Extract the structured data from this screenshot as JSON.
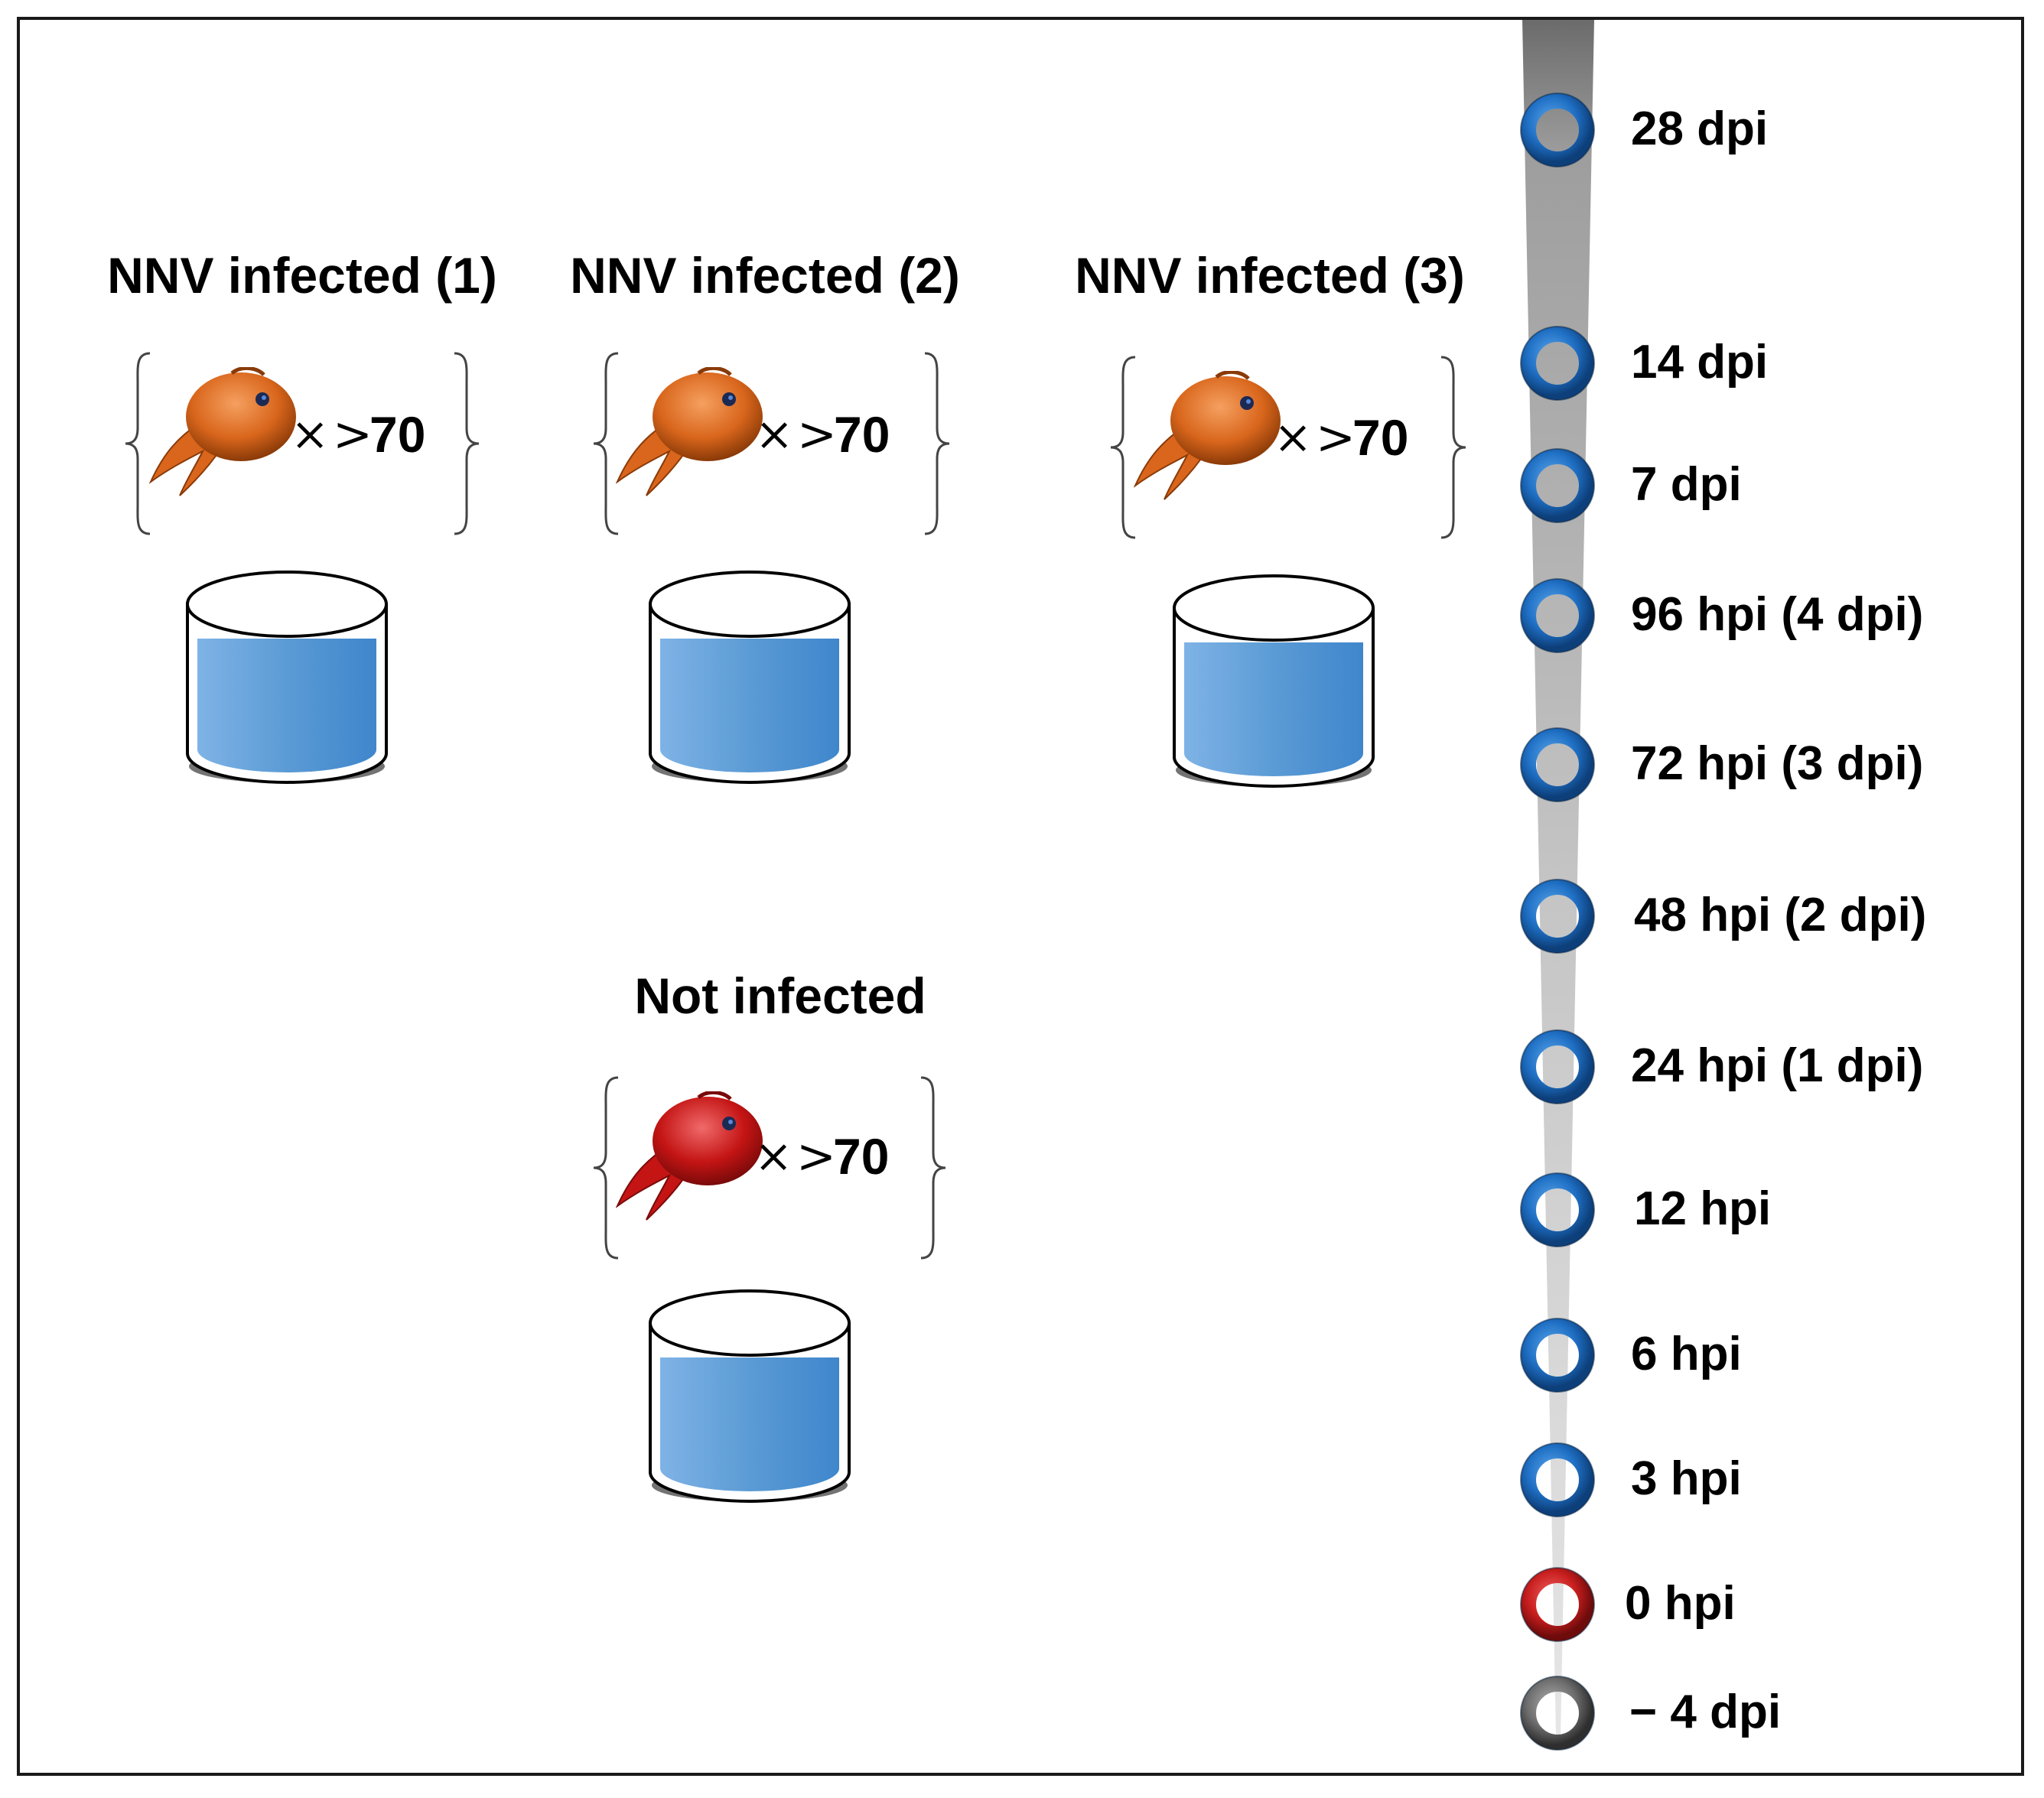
{
  "groups": [
    {
      "id": "nnv-1",
      "title": "NNV infected (1)",
      "fish_color": "orange",
      "multiplier": "×",
      "gt": ">",
      "count": "70"
    },
    {
      "id": "nnv-2",
      "title": "NNV infected (2)",
      "fish_color": "orange",
      "multiplier": "×",
      "gt": ">",
      "count": "70"
    },
    {
      "id": "nnv-3",
      "title": "NNV infected (3)",
      "fish_color": "orange",
      "multiplier": "×",
      "gt": ">",
      "count": "70"
    },
    {
      "id": "control",
      "title": "Not infected",
      "fish_color": "red",
      "multiplier": "×",
      "gt": ">",
      "count": "70"
    }
  ],
  "timeline": [
    {
      "label": "28 dpi",
      "ring": "blue"
    },
    {
      "label": "14 dpi",
      "ring": "blue"
    },
    {
      "label": "7 dpi",
      "ring": "blue"
    },
    {
      "label": "96 hpi (4 dpi)",
      "ring": "blue"
    },
    {
      "label": "72 hpi (3 dpi)",
      "ring": "blue"
    },
    {
      "label": "48 hpi (2 dpi)",
      "ring": "blue"
    },
    {
      "label": "24 hpi (1 dpi)",
      "ring": "blue"
    },
    {
      "label": "12 hpi",
      "ring": "blue"
    },
    {
      "label": "6 hpi",
      "ring": "blue"
    },
    {
      "label": "3 hpi",
      "ring": "blue"
    },
    {
      "label": "0 hpi",
      "ring": "red"
    },
    {
      "label": "− 4 dpi",
      "ring": "gray"
    }
  ],
  "colors": {
    "fish_orange": "#d9661c",
    "fish_red": "#c41414",
    "water": "#5b9bd5",
    "ring_blue": "#1f6fc4",
    "ring_red": "#c81e1e",
    "ring_gray": "#6e6e6e",
    "timeline_bar": "#9a9a9a"
  }
}
